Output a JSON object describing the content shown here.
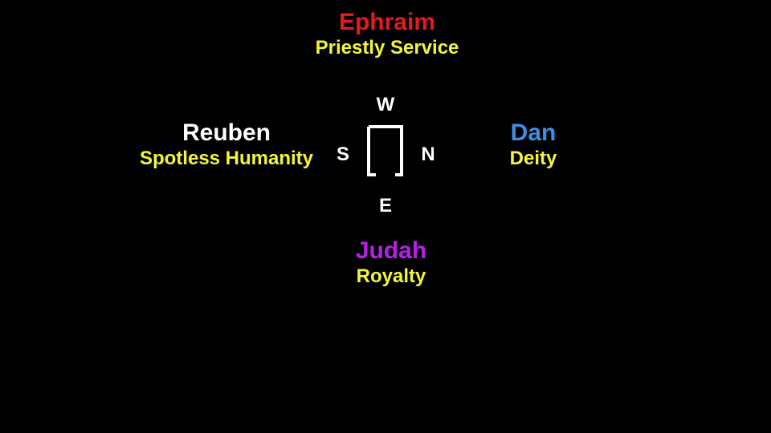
{
  "tribes": {
    "west": {
      "name": "Ephraim",
      "attribute": "Priestly Service",
      "color": "#e31b1b"
    },
    "south": {
      "name": "Reuben",
      "attribute": "Spotless Humanity",
      "color": "#ffffff"
    },
    "north": {
      "name": "Dan",
      "attribute": "Deity",
      "color": "#3d8ee6"
    },
    "east": {
      "name": "Judah",
      "attribute": "Royalty",
      "color": "#b520e8"
    }
  },
  "compass": {
    "w": "W",
    "s": "S",
    "n": "N",
    "e": "E"
  },
  "colors": {
    "background": "#000000",
    "attribute_text": "#f5f53a",
    "compass_text": "#ffffff"
  }
}
